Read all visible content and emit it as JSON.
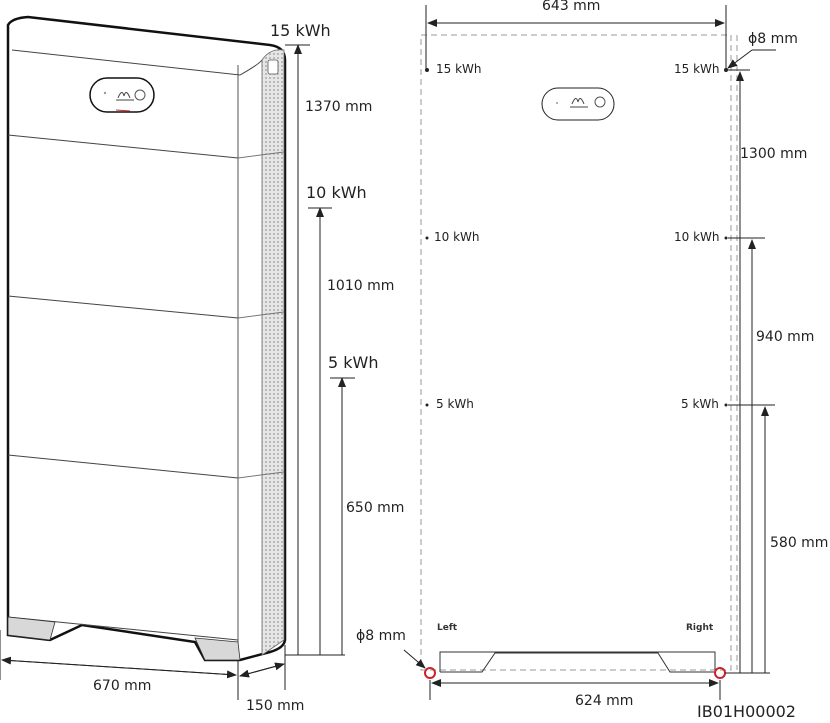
{
  "left_view": {
    "capacity_labels": {
      "c15": "15 kWh",
      "c10": "10 kWh",
      "c5": "5 kWh"
    },
    "heights": {
      "h15": "1370 mm",
      "h10": "1010 mm",
      "h5": "650 mm"
    },
    "width": "670 mm",
    "depth": "150 mm"
  },
  "right_view": {
    "width_top": "643 mm",
    "hole_diameter_top": "ϕ8 mm",
    "hole_diameter_bottom": "ϕ8 mm",
    "capacity_left": {
      "c15": "15 kWh",
      "c10": "10 kWh",
      "c5": "5 kWh"
    },
    "capacity_right": {
      "c15": "15 kWh",
      "c10": "10 kWh",
      "c5": "5 kWh"
    },
    "heights": {
      "h15": "1300 mm",
      "h10": "940 mm",
      "h5": "580 mm"
    },
    "base_width": "624 mm",
    "side_left": "Left",
    "side_right": "Right"
  },
  "figure_id": "IB01H00002",
  "colors": {
    "line": "#222222",
    "hole_marker": "#d0202a",
    "shade": "#d8d8d8"
  }
}
